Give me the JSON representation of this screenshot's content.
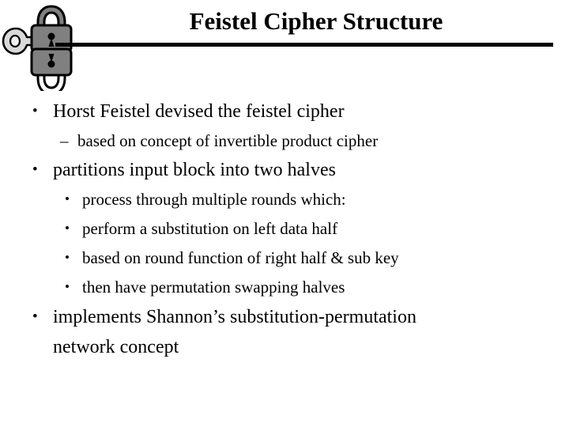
{
  "slide": {
    "title": "Feistel Cipher Structure",
    "background_color": "#ffffff",
    "text_color": "#000000",
    "rule_color": "#000000",
    "artwork": {
      "name": "key-and-padlocks-art",
      "icons": [
        "key-icon",
        "padlock-closed-icon",
        "padlock-open-icon"
      ],
      "fill_color": "#808080",
      "outline_color": "#000000",
      "highlight_color": "#d9d9d9"
    },
    "bullets": [
      {
        "level": 1,
        "marker": "•",
        "text": "Horst Feistel devised the feistel cipher"
      },
      {
        "level": 2,
        "marker": "–",
        "text": "based on concept of invertible product cipher"
      },
      {
        "level": 1,
        "marker": "•",
        "text": "partitions input block into two halves"
      },
      {
        "level": 3,
        "marker": "•",
        "text": "process through multiple rounds which:"
      },
      {
        "level": 3,
        "marker": "•",
        "text": "perform a substitution on left data half"
      },
      {
        "level": 3,
        "marker": "•",
        "text": "based on round function of right half & sub key"
      },
      {
        "level": 3,
        "marker": "•",
        "text": "then have permutation swapping halves"
      },
      {
        "level": 1,
        "marker": "•",
        "text": "implements Shannon’s substitution-permutation"
      },
      {
        "level": "1-cont",
        "marker": "",
        "text": "network concept"
      }
    ]
  }
}
